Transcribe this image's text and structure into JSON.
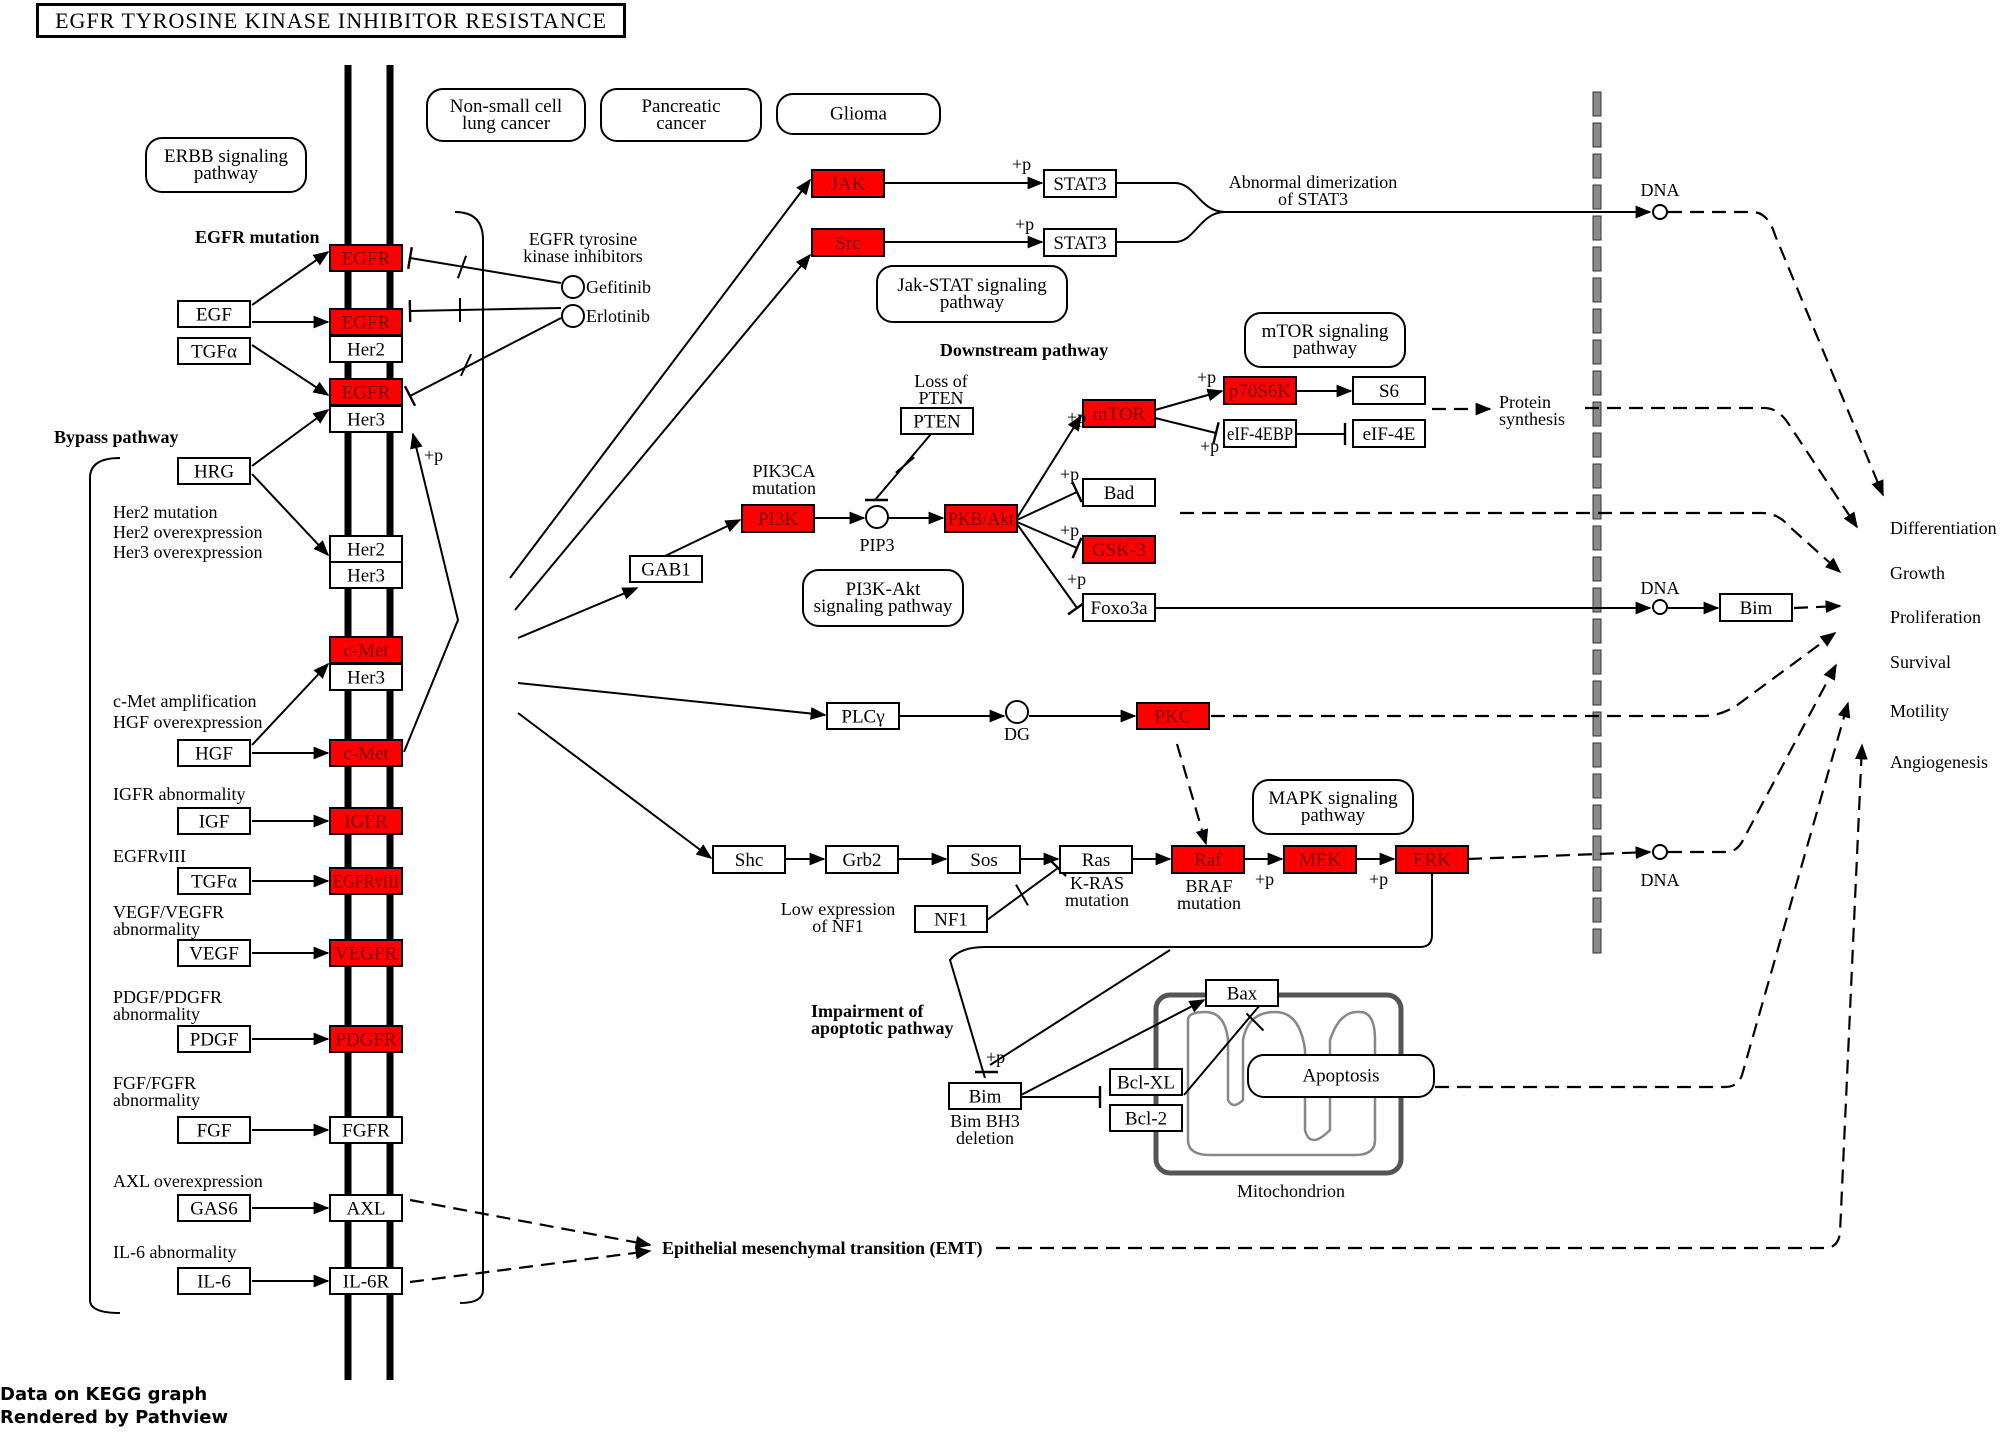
{
  "title": "EGFR TYROSINE KINASE INHIBITOR RESISTANCE",
  "footer": {
    "line1": "Data on KEGG graph",
    "line2": "Rendered by Pathview"
  },
  "colors": {
    "highlight": "#ff0000",
    "normal": "#ffffff",
    "text_on_highlight": "#7a0000",
    "text_normal": "#000000"
  },
  "maps": [
    {
      "id": "nsclc",
      "label": [
        "Non-small cell",
        "lung cancer"
      ]
    },
    {
      "id": "pancreatic",
      "label": [
        "Pancreatic",
        "cancer"
      ]
    },
    {
      "id": "glioma",
      "label": [
        "Glioma"
      ]
    },
    {
      "id": "erbb",
      "label": [
        "ERBB signaling",
        "pathway"
      ]
    },
    {
      "id": "jakstat",
      "label": [
        "Jak-STAT signaling",
        "pathway"
      ]
    },
    {
      "id": "mtor",
      "label": [
        "mTOR signaling",
        "pathway"
      ]
    },
    {
      "id": "pi3k",
      "label": [
        "PI3K-Akt",
        "signaling pathway"
      ]
    },
    {
      "id": "mapk",
      "label": [
        "MAPK signaling",
        "pathway"
      ]
    },
    {
      "id": "apoptosis",
      "label": [
        "Apoptosis"
      ]
    }
  ],
  "genes": [
    {
      "id": "egfr1",
      "label": "EGFR",
      "highlight": true
    },
    {
      "id": "egfr2",
      "label": "EGFR",
      "highlight": true
    },
    {
      "id": "her2a",
      "label": "Her2",
      "highlight": false
    },
    {
      "id": "egfr3",
      "label": "EGFR",
      "highlight": true
    },
    {
      "id": "her3a",
      "label": "Her3",
      "highlight": false
    },
    {
      "id": "egf",
      "label": "EGF",
      "highlight": false
    },
    {
      "id": "tgfa1",
      "label": "TGFα",
      "highlight": false
    },
    {
      "id": "hrg",
      "label": "HRG",
      "highlight": false
    },
    {
      "id": "her2b",
      "label": "Her2",
      "highlight": false
    },
    {
      "id": "her3b",
      "label": "Her3",
      "highlight": false
    },
    {
      "id": "cmet1",
      "label": "c-Met",
      "highlight": true
    },
    {
      "id": "her3c",
      "label": "Her3",
      "highlight": false
    },
    {
      "id": "hgf",
      "label": "HGF",
      "highlight": false
    },
    {
      "id": "cmet2",
      "label": "c-Met",
      "highlight": true
    },
    {
      "id": "igf",
      "label": "IGF",
      "highlight": false
    },
    {
      "id": "igfr",
      "label": "IGFR",
      "highlight": true
    },
    {
      "id": "tgfa2",
      "label": "TGFα",
      "highlight": false
    },
    {
      "id": "egfrviii",
      "label": "EGFRvIII",
      "highlight": true
    },
    {
      "id": "vegf",
      "label": "VEGF",
      "highlight": false
    },
    {
      "id": "vegfr",
      "label": "VEGFR",
      "highlight": true
    },
    {
      "id": "pdgf",
      "label": "PDGF",
      "highlight": false
    },
    {
      "id": "pdgfr",
      "label": "PDGFR",
      "highlight": true
    },
    {
      "id": "fgf",
      "label": "FGF",
      "highlight": false
    },
    {
      "id": "fgfr",
      "label": "FGFR",
      "highlight": false
    },
    {
      "id": "gas6",
      "label": "GAS6",
      "highlight": false
    },
    {
      "id": "axl",
      "label": "AXL",
      "highlight": false
    },
    {
      "id": "il6",
      "label": "IL-6",
      "highlight": false
    },
    {
      "id": "il6r",
      "label": "IL-6R",
      "highlight": false
    },
    {
      "id": "jak",
      "label": "JAK",
      "highlight": true
    },
    {
      "id": "src",
      "label": "Src",
      "highlight": true
    },
    {
      "id": "stat3a",
      "label": "STAT3",
      "highlight": false
    },
    {
      "id": "stat3b",
      "label": "STAT3",
      "highlight": false
    },
    {
      "id": "gab1",
      "label": "GAB1",
      "highlight": false
    },
    {
      "id": "pi3k",
      "label": "PI3K",
      "highlight": true
    },
    {
      "id": "pten",
      "label": "PTEN",
      "highlight": false
    },
    {
      "id": "akt",
      "label": "PKB/Akt",
      "highlight": true
    },
    {
      "id": "mtor",
      "label": "mTOR",
      "highlight": true
    },
    {
      "id": "p70s6k",
      "label": "p70S6K",
      "highlight": true
    },
    {
      "id": "s6",
      "label": "S6",
      "highlight": false
    },
    {
      "id": "eif4ebp",
      "label": "eIF-4EBP",
      "highlight": false
    },
    {
      "id": "eif4e",
      "label": "eIF-4E",
      "highlight": false
    },
    {
      "id": "bad",
      "label": "Bad",
      "highlight": false
    },
    {
      "id": "gsk3",
      "label": "GSK-3",
      "highlight": true
    },
    {
      "id": "foxo3a",
      "label": "Foxo3a",
      "highlight": false
    },
    {
      "id": "bim2",
      "label": "Bim",
      "highlight": false
    },
    {
      "id": "plcg",
      "label": "PLCγ",
      "highlight": false
    },
    {
      "id": "pkc",
      "label": "PKC",
      "highlight": true
    },
    {
      "id": "shc",
      "label": "Shc",
      "highlight": false
    },
    {
      "id": "grb2",
      "label": "Grb2",
      "highlight": false
    },
    {
      "id": "sos",
      "label": "Sos",
      "highlight": false
    },
    {
      "id": "ras",
      "label": "Ras",
      "highlight": false
    },
    {
      "id": "raf",
      "label": "Raf",
      "highlight": true
    },
    {
      "id": "mek",
      "label": "MEK",
      "highlight": true
    },
    {
      "id": "erk",
      "label": "ERK",
      "highlight": true
    },
    {
      "id": "nf1",
      "label": "NF1",
      "highlight": false
    },
    {
      "id": "bax",
      "label": "Bax",
      "highlight": false
    },
    {
      "id": "bim1",
      "label": "Bim",
      "highlight": false
    },
    {
      "id": "bclxl",
      "label": "Bcl-XL",
      "highlight": false
    },
    {
      "id": "bcl2",
      "label": "Bcl-2",
      "highlight": false
    }
  ],
  "compounds": [
    {
      "id": "gefitinib",
      "label": "Gefitinib"
    },
    {
      "id": "erlotinib",
      "label": "Erlotinib"
    },
    {
      "id": "pip3",
      "label": "PIP3"
    },
    {
      "id": "dg",
      "label": "DG"
    },
    {
      "id": "dna1",
      "label": "DNA"
    },
    {
      "id": "dna2",
      "label": "DNA"
    },
    {
      "id": "dna3",
      "label": "DNA"
    }
  ],
  "annotations": [
    {
      "id": "egfr-mutation",
      "lines": [
        "EGFR mutation"
      ],
      "bold": true
    },
    {
      "id": "tki",
      "lines": [
        "EGFR tyrosine",
        "kinase inhibitors"
      ]
    },
    {
      "id": "bypass",
      "lines": [
        "Bypass pathway"
      ],
      "bold": true
    },
    {
      "id": "her-mut",
      "lines": [
        "Her2 mutation",
        "Her2 overexpression",
        "Her3 overexpression"
      ]
    },
    {
      "id": "cmet-amp",
      "lines": [
        "c-Met amplification",
        "HGF overexpression"
      ]
    },
    {
      "id": "igfr-ab",
      "lines": [
        "IGFR abnormality"
      ]
    },
    {
      "id": "egfrviii-lbl",
      "lines": [
        "EGFRvIII"
      ]
    },
    {
      "id": "vegf-ab",
      "lines": [
        "VEGF/VEGFR",
        "abnormality"
      ]
    },
    {
      "id": "pdgf-ab",
      "lines": [
        "PDGF/PDGFR",
        "abnormality"
      ]
    },
    {
      "id": "fgf-ab",
      "lines": [
        "FGF/FGFR",
        "abnormality"
      ]
    },
    {
      "id": "axl-ov",
      "lines": [
        "AXL overexpression"
      ]
    },
    {
      "id": "il6-ab",
      "lines": [
        "IL-6 abnormality"
      ]
    },
    {
      "id": "stat3-dim",
      "lines": [
        "Abnormal dimerization",
        "of STAT3"
      ]
    },
    {
      "id": "downstream",
      "lines": [
        "Downstream pathway"
      ],
      "bold": true
    },
    {
      "id": "pten-loss",
      "lines": [
        "Loss of",
        "PTEN"
      ]
    },
    {
      "id": "pik3ca",
      "lines": [
        "PIK3CA",
        "mutation"
      ]
    },
    {
      "id": "protein-syn",
      "lines": [
        "Protein",
        "synthesis"
      ]
    },
    {
      "id": "kras",
      "lines": [
        "K-RAS",
        "mutation"
      ]
    },
    {
      "id": "braf",
      "lines": [
        "BRAF",
        "mutation"
      ]
    },
    {
      "id": "nf1-low",
      "lines": [
        "Low expression",
        "of NF1"
      ]
    },
    {
      "id": "apop-imp",
      "lines": [
        "Impairment of",
        "apoptotic pathway"
      ],
      "bold": true
    },
    {
      "id": "bim-del",
      "lines": [
        "Bim BH3",
        "deletion"
      ]
    },
    {
      "id": "mito",
      "lines": [
        "Mitochondrion"
      ]
    },
    {
      "id": "emt",
      "lines": [
        "Epithelial mesenchymal transition (EMT)"
      ],
      "bold": true
    }
  ],
  "outcomes": [
    "Differentiation",
    "Growth",
    "Proliferation",
    "Survival",
    "Motility",
    "Angiogenesis"
  ],
  "edge_labels": {
    "phospho": "+p"
  }
}
